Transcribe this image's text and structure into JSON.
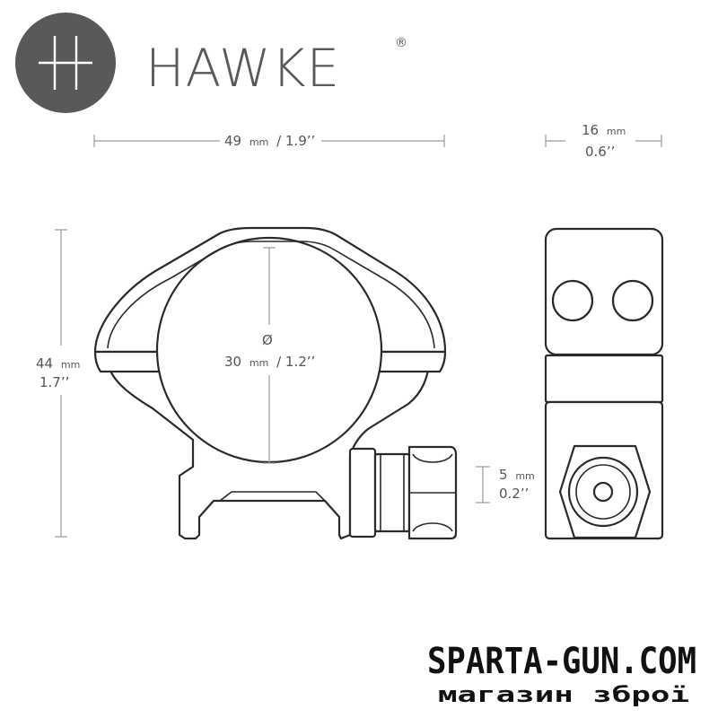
{
  "brand": {
    "name": "HAWKE",
    "registered_mark": "®",
    "logo_color": "#5a5859"
  },
  "dimensions": {
    "length": {
      "value_mm": "49",
      "unit_mm": "mm",
      "value_in": "/ 1.9’’"
    },
    "width": {
      "value_mm": "16",
      "unit_mm": "mm",
      "value_in": "0.6’’"
    },
    "height": {
      "value_mm": "44",
      "unit_mm": "mm",
      "value_in": "1.7’’"
    },
    "tube_diameter": {
      "symbol": "Ø",
      "value_mm": "30",
      "unit_mm": "mm",
      "value_in": "/ 1.2’’"
    },
    "bolt": {
      "value_mm": "5",
      "unit_mm": "mm",
      "value_in": "0.2’’"
    }
  },
  "watermark": {
    "site": "SPARTA-GUN.COM",
    "tagline": "магазин зброї"
  }
}
